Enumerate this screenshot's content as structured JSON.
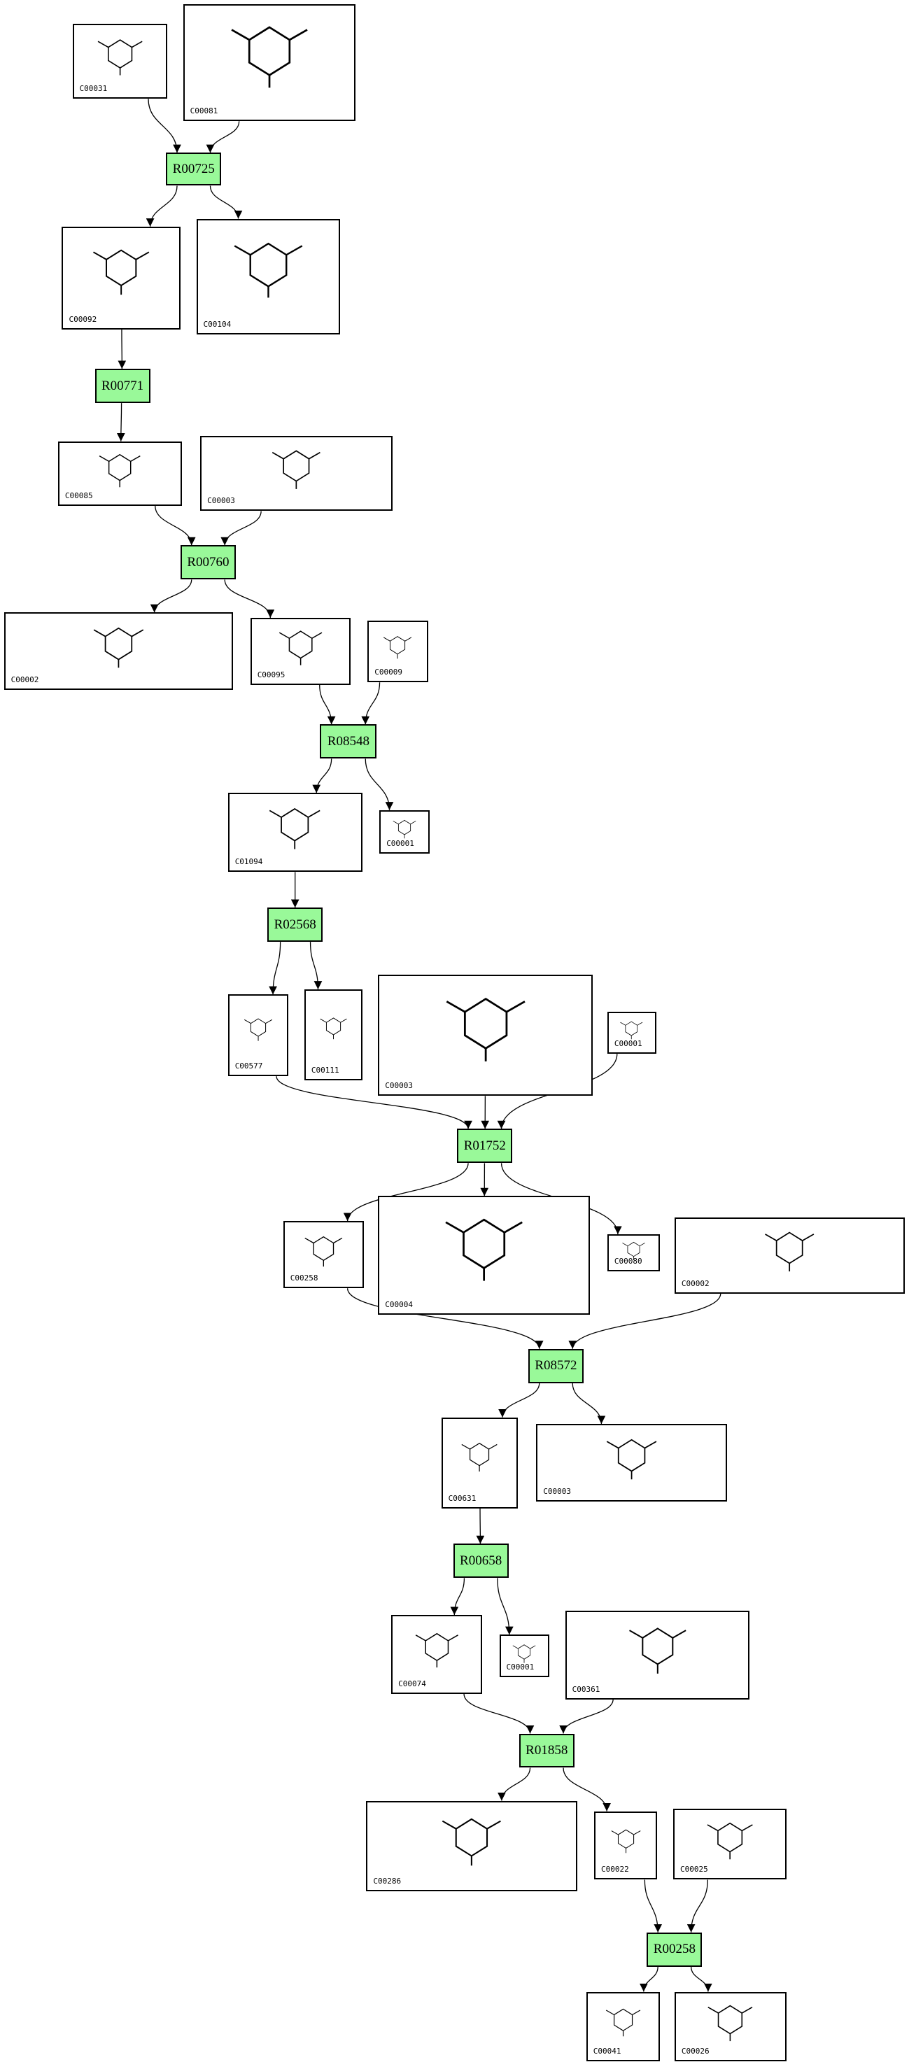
{
  "colors": {
    "reaction_fill": "#99f999",
    "compound_fill": "#ffffff",
    "edge": "#000000"
  },
  "nodes": [
    {
      "label": "C00031",
      "kind": "compound"
    },
    {
      "label": "C00081",
      "kind": "compound"
    },
    {
      "label": "R00725",
      "kind": "reaction"
    },
    {
      "label": "C00092",
      "kind": "compound"
    },
    {
      "label": "C00104",
      "kind": "compound"
    },
    {
      "label": "R00771",
      "kind": "reaction"
    },
    {
      "label": "C00085",
      "kind": "compound"
    },
    {
      "label": "C00003",
      "kind": "compound"
    },
    {
      "label": "R00760",
      "kind": "reaction"
    },
    {
      "label": "C00002",
      "kind": "compound"
    },
    {
      "label": "C00095",
      "kind": "compound"
    },
    {
      "label": "C00009",
      "kind": "compound"
    },
    {
      "label": "R08548",
      "kind": "reaction"
    },
    {
      "label": "C01094",
      "kind": "compound"
    },
    {
      "label": "C00001",
      "kind": "compound"
    },
    {
      "label": "R02568",
      "kind": "reaction"
    },
    {
      "label": "C00577",
      "kind": "compound"
    },
    {
      "label": "C00111",
      "kind": "compound"
    },
    {
      "label": "C00003",
      "kind": "compound"
    },
    {
      "label": "C00001",
      "kind": "compound"
    },
    {
      "label": "R01752",
      "kind": "reaction"
    },
    {
      "label": "C00258",
      "kind": "compound"
    },
    {
      "label": "C00004",
      "kind": "compound"
    },
    {
      "label": "C00080",
      "kind": "compound"
    },
    {
      "label": "C00002",
      "kind": "compound"
    },
    {
      "label": "R08572",
      "kind": "reaction"
    },
    {
      "label": "C00631",
      "kind": "compound"
    },
    {
      "label": "C00003",
      "kind": "compound"
    },
    {
      "label": "R00658",
      "kind": "reaction"
    },
    {
      "label": "C00074",
      "kind": "compound"
    },
    {
      "label": "C00001",
      "kind": "compound"
    },
    {
      "label": "C00361",
      "kind": "compound"
    },
    {
      "label": "R01858",
      "kind": "reaction"
    },
    {
      "label": "C00286",
      "kind": "compound"
    },
    {
      "label": "C00022",
      "kind": "compound"
    },
    {
      "label": "C00025",
      "kind": "compound"
    },
    {
      "label": "R00258",
      "kind": "reaction"
    },
    {
      "label": "C00041",
      "kind": "compound"
    },
    {
      "label": "C00026",
      "kind": "compound"
    }
  ],
  "edges": [
    [
      0,
      2
    ],
    [
      1,
      2
    ],
    [
      2,
      3
    ],
    [
      2,
      4
    ],
    [
      3,
      5
    ],
    [
      5,
      6
    ],
    [
      6,
      8
    ],
    [
      7,
      8
    ],
    [
      8,
      9
    ],
    [
      8,
      10
    ],
    [
      10,
      12
    ],
    [
      11,
      12
    ],
    [
      12,
      13
    ],
    [
      12,
      14
    ],
    [
      13,
      15
    ],
    [
      15,
      16
    ],
    [
      15,
      17
    ],
    [
      16,
      20
    ],
    [
      18,
      20
    ],
    [
      19,
      20
    ],
    [
      20,
      21
    ],
    [
      20,
      22
    ],
    [
      20,
      23
    ],
    [
      21,
      25
    ],
    [
      24,
      25
    ],
    [
      25,
      26
    ],
    [
      25,
      27
    ],
    [
      26,
      28
    ],
    [
      28,
      29
    ],
    [
      28,
      30
    ],
    [
      29,
      32
    ],
    [
      31,
      32
    ],
    [
      32,
      33
    ],
    [
      32,
      34
    ],
    [
      34,
      36
    ],
    [
      35,
      36
    ],
    [
      36,
      37
    ],
    [
      36,
      38
    ]
  ]
}
